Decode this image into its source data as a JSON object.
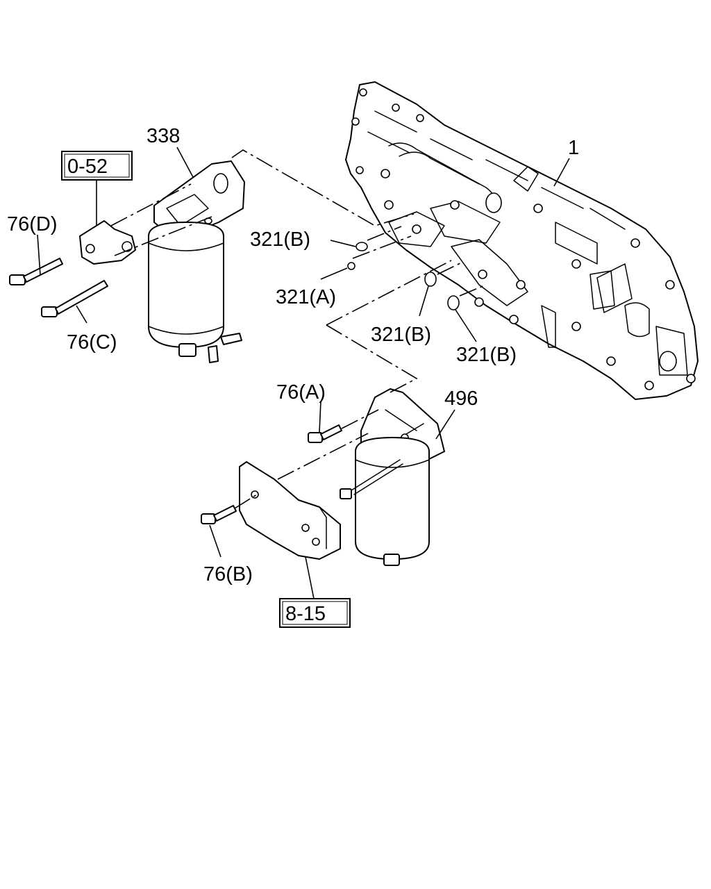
{
  "callouts": {
    "part_1": "1",
    "part_338": "338",
    "part_496": "496",
    "part_321a": "321(A)",
    "part_321b_top": "321(B)",
    "part_321b_mid": "321(B)",
    "part_321b_right": "321(B)",
    "part_76a": "76(A)",
    "part_76b": "76(B)",
    "part_76c": "76(C)",
    "part_76d": "76(D)"
  },
  "references": {
    "ref_0_52": "0-52",
    "ref_8_15": "8-15"
  },
  "colors": {
    "line": "#000000",
    "background": "#ffffff"
  }
}
